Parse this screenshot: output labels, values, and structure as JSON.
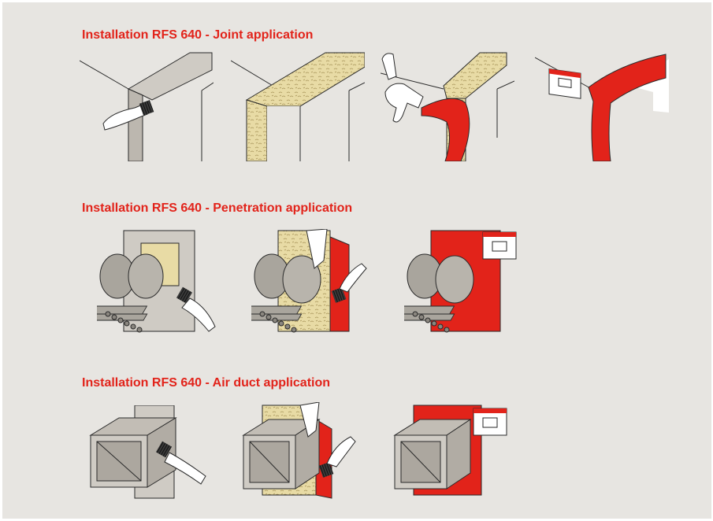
{
  "colors": {
    "accent": "#e2231a",
    "background": "#e7e5e1",
    "wall": "#cfcbc4",
    "wool": "#e8dba5",
    "line": "#2a2a2a"
  },
  "sections": [
    {
      "heading": "Installation RFS 640 - Joint application",
      "steps": [
        {
          "icon": "brush-icon"
        },
        {
          "icon": "mineral-wool-icon"
        },
        {
          "icon": "spray-gun-icon"
        },
        {
          "icon": "identification-label-icon"
        }
      ]
    },
    {
      "heading": "Installation RFS 640 - Penetration application",
      "steps": [
        {
          "icon": "brush-icon"
        },
        {
          "icon": "spatula-icon"
        },
        {
          "icon": "identification-label-icon"
        }
      ]
    },
    {
      "heading": "Installation RFS 640 - Air duct application",
      "steps": [
        {
          "icon": "brush-icon"
        },
        {
          "icon": "spatula-icon"
        },
        {
          "icon": "identification-label-icon"
        }
      ]
    }
  ]
}
